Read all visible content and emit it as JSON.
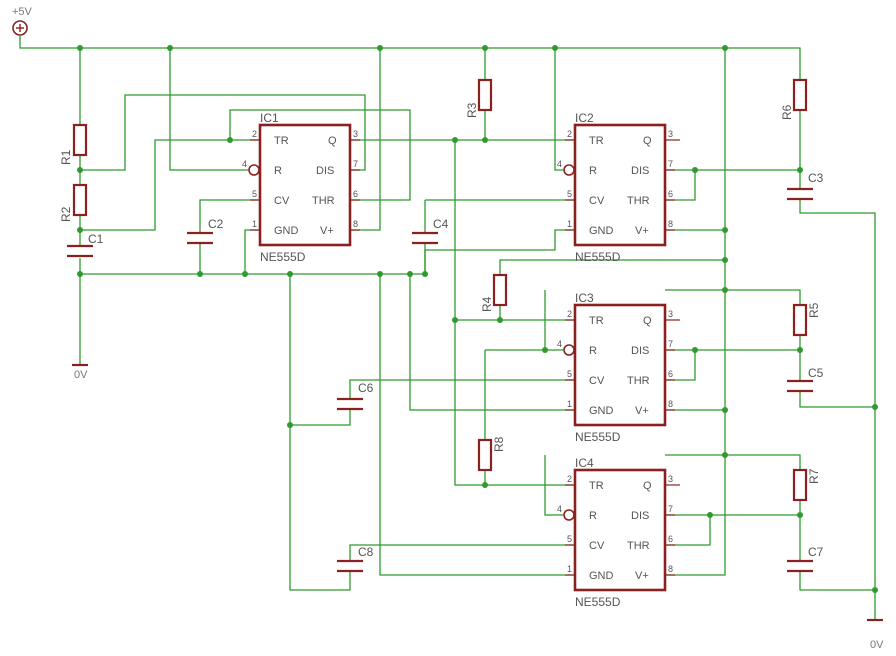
{
  "supply": {
    "label": "+5V",
    "color": "#8b2020"
  },
  "ground": {
    "left_label": "0V",
    "right_label": "0V"
  },
  "colors": {
    "wire": "#2f9a2f",
    "component": "#8b2020",
    "text": "#555555"
  },
  "chips": [
    {
      "name": "IC1",
      "type": "NE555D"
    },
    {
      "name": "IC2",
      "type": "NE555D"
    },
    {
      "name": "IC3",
      "type": "NE555D"
    },
    {
      "name": "IC4",
      "type": "NE555D"
    }
  ],
  "pins": {
    "tr": "TR",
    "r": "R",
    "cv": "CV",
    "gnd": "GND",
    "q": "Q",
    "dis": "DIS",
    "thr": "THR",
    "vplus": "V+",
    "n_tr": "2",
    "n_r": "4",
    "n_cv": "5",
    "n_gnd": "1",
    "n_q": "3",
    "n_dis": "7",
    "n_thr": "6",
    "n_vplus": "8"
  },
  "resistors": [
    "R1",
    "R2",
    "R3",
    "R4",
    "R5",
    "R6",
    "R7",
    "R8"
  ],
  "capacitors": [
    "C1",
    "C2",
    "C3",
    "C4",
    "C5",
    "C6",
    "C7",
    "C8"
  ]
}
